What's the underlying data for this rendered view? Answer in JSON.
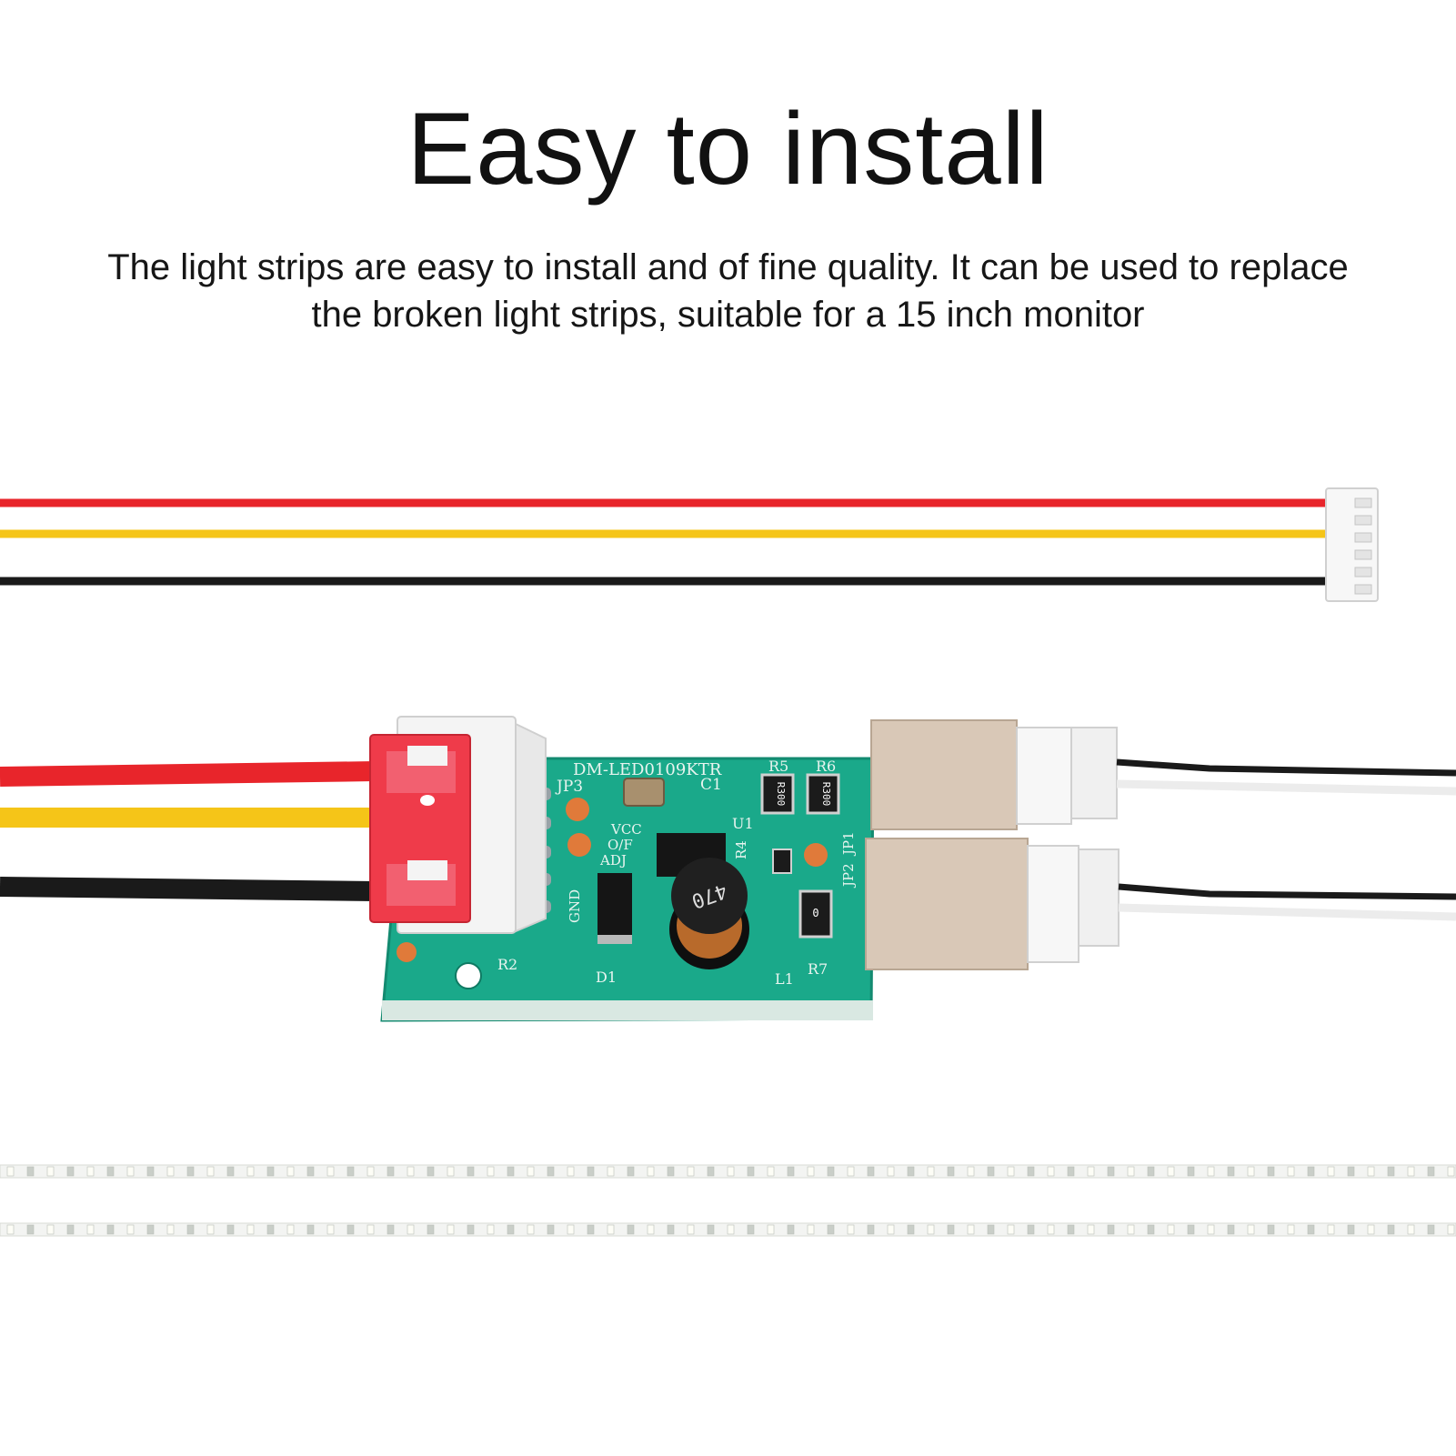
{
  "header": {
    "title": "Easy to install",
    "description": "The light strips are easy to install and of fine quality. It can be used to replace the broken light strips, suitable for a 15 inch monitor"
  },
  "board": {
    "model_label": "DM-LED0109KTR",
    "labels": [
      "JP3",
      "C1",
      "R5",
      "R6",
      "U1",
      "VCC",
      "O/F",
      "ADJ",
      "R4",
      "JP2",
      "JP1",
      "GND",
      "D1",
      "L1",
      "R7",
      "R2"
    ],
    "inductor_marking": "470",
    "resistor_marking": "R300",
    "small_resistor_marking": "0"
  },
  "colors": {
    "wire_red": "#e8252b",
    "wire_yellow": "#f5c518",
    "wire_black": "#1a1a1a",
    "pcb_green": "#1aa98a",
    "connector_red": "#ef3b4a"
  }
}
